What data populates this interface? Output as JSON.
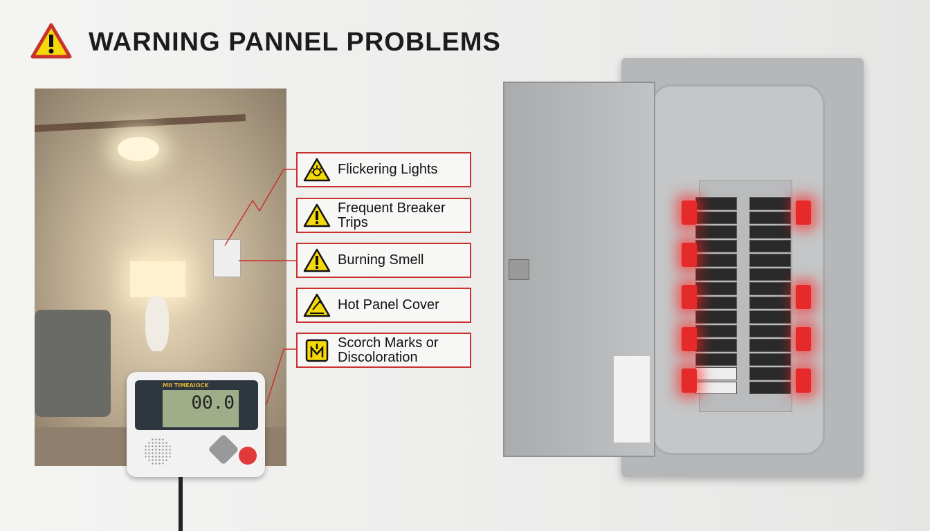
{
  "header": {
    "title": "WARNING PANNEL PROBLEMS",
    "icon": "warning-triangle-icon"
  },
  "warnings": [
    {
      "label": "Flickering Lights",
      "icon": "flickering-light-icon"
    },
    {
      "label": "Frequent Breaker Trips",
      "icon": "exclamation-warning-icon"
    },
    {
      "label": "Burning Smell",
      "icon": "exclamation-warning-icon"
    },
    {
      "label": "Hot Panel Cover",
      "icon": "hot-surface-icon"
    },
    {
      "label": "Scorch Marks or Discoloration",
      "icon": "scorch-mark-icon"
    }
  ],
  "meter": {
    "brand": "MII TIMEAIOCK",
    "reading": "00.0"
  },
  "colors": {
    "accent": "#c8312c",
    "warning_yellow": "#f5d90a",
    "glow": "#e62a2a"
  }
}
